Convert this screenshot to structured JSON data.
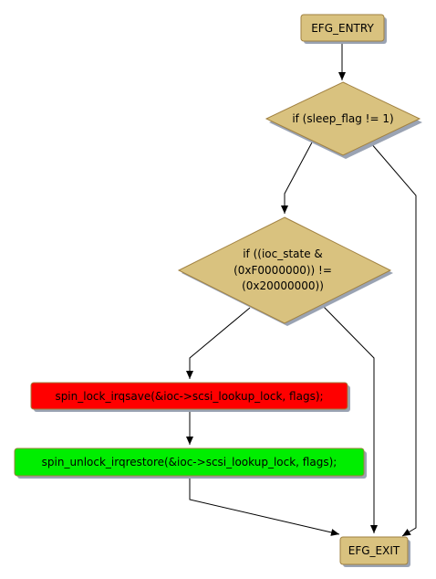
{
  "nodes": {
    "entry": {
      "label": "EFG_ENTRY",
      "kind": "terminal",
      "fill": "#d9c27f"
    },
    "cond_sleep": {
      "label": "if (sleep_flag != 1)",
      "kind": "decision",
      "fill": "#d9c27f"
    },
    "cond_ioc_state": {
      "line1": "if ((ioc_state &",
      "line2": "(0xF0000000)) !=",
      "line3": "(0x20000000))",
      "kind": "decision",
      "fill": "#d9c27f"
    },
    "lock": {
      "label": "spin_lock_irqsave(&ioc->scsi_lookup_lock, flags);",
      "kind": "statement",
      "fill": "#ff0000"
    },
    "unlock": {
      "label": "spin_unlock_irqrestore(&ioc->scsi_lookup_lock, flags);",
      "kind": "statement",
      "fill": "#00ee00"
    },
    "exit": {
      "label": "EFG_EXIT",
      "kind": "terminal",
      "fill": "#d9c27f"
    }
  },
  "edges": [
    {
      "from": "entry",
      "to": "cond_sleep"
    },
    {
      "from": "cond_sleep",
      "to": "cond_ioc_state"
    },
    {
      "from": "cond_sleep",
      "to": "exit"
    },
    {
      "from": "cond_ioc_state",
      "to": "lock"
    },
    {
      "from": "cond_ioc_state",
      "to": "exit"
    },
    {
      "from": "lock",
      "to": "unlock"
    },
    {
      "from": "unlock",
      "to": "exit"
    }
  ],
  "colors": {
    "shadow": "#9aa3b3",
    "stroke": "#a08040",
    "edge": "#000000"
  }
}
